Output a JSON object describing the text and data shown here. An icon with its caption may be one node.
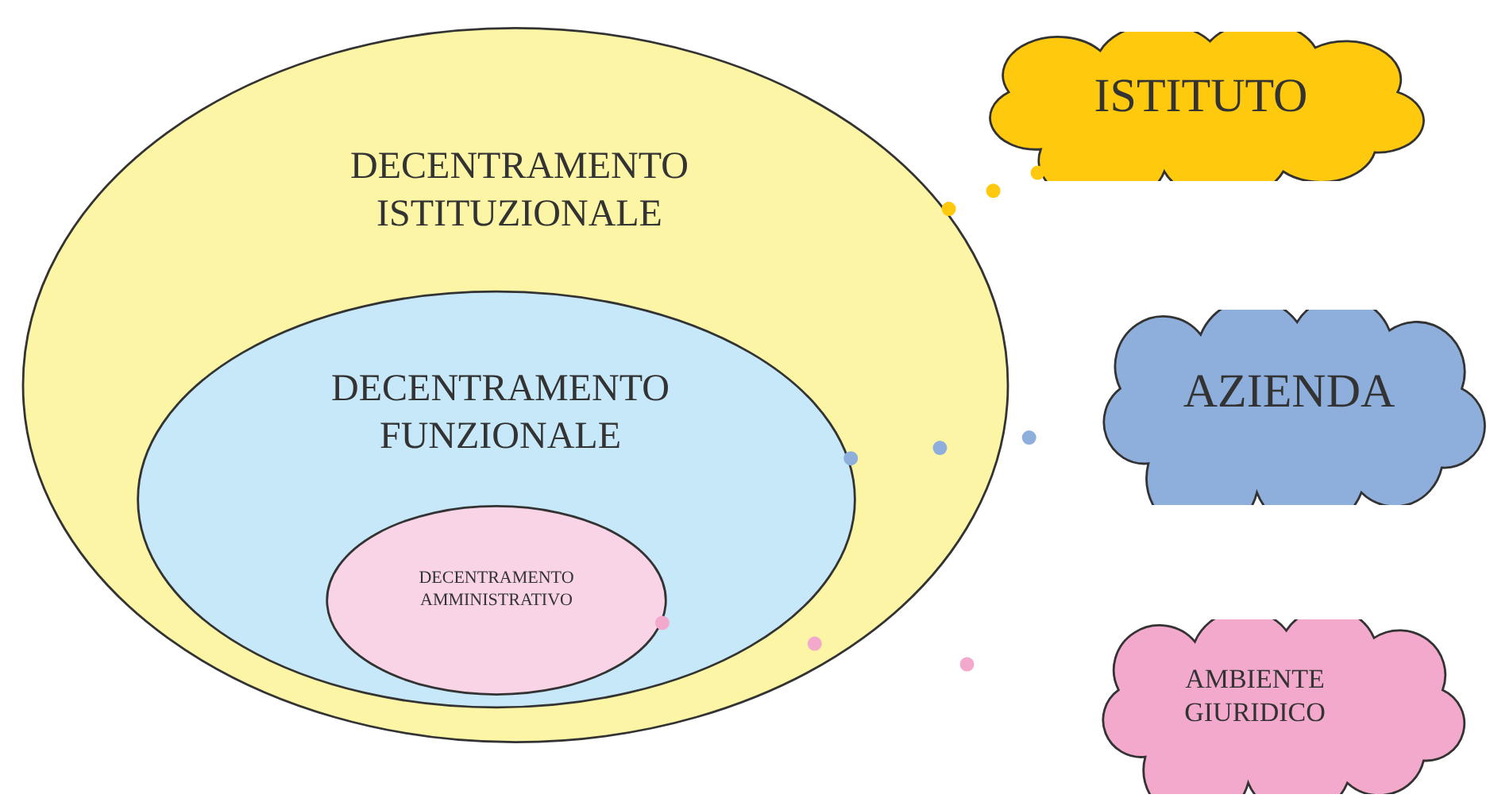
{
  "diagram": {
    "nodes": [
      {
        "text": [
          "DECENTRAMENTO ISTITUZIONALE"
        ]
      },
      {
        "text": [
          "DECENTRAMENTO FUNZIONALE"
        ],
        "in": 0
      },
      {
        "text": [
          "DECENTRAMENTO AMMINISTRATIVO"
        ],
        "in": 1
      },
      {
        "text": [
          "ISTITUTO"
        ]
      },
      {
        "text": [
          "AZIENDA"
        ]
      },
      {
        "text": [
          "AMBIENTE GIURIDICO"
        ]
      }
    ],
    "edges": [
      {
        "from": 0,
        "to": 3,
        "arrow": "none",
        "color": "#ffc90e"
      },
      {
        "from": 1,
        "to": 4,
        "arrow": "none",
        "color": "#8eaedb"
      },
      {
        "from": 2,
        "to": 5,
        "arrow": "none",
        "color": "#f3a9cc"
      }
    ]
  }
}
